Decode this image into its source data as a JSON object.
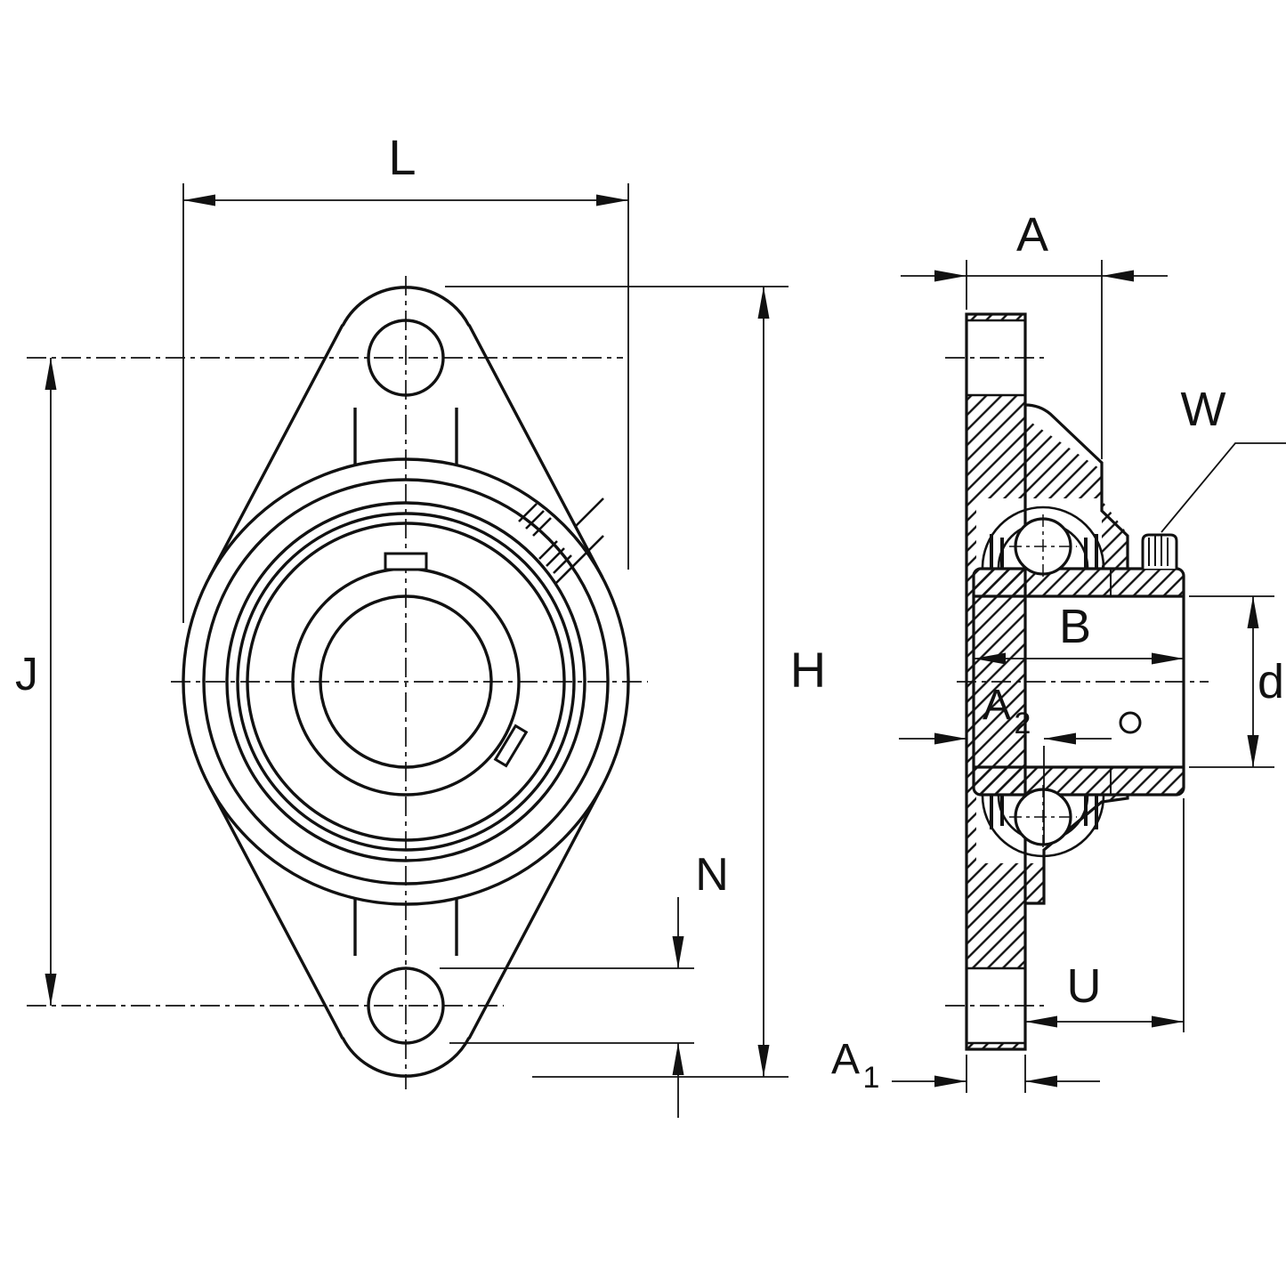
{
  "drawing": {
    "type": "technical-drawing",
    "views": {
      "front_view": {
        "labels": {
          "L": "L",
          "J": "J",
          "N": "N",
          "H": "H"
        }
      },
      "side_view": {
        "labels": {
          "A": "A",
          "W": "W",
          "B": "B",
          "d": "d",
          "A2_base": "A",
          "A2_sub": "2",
          "U": "U",
          "A1_base": "A",
          "A1_sub": "1"
        }
      }
    },
    "colors": {
      "line": "#111111",
      "background": "#ffffff"
    }
  }
}
